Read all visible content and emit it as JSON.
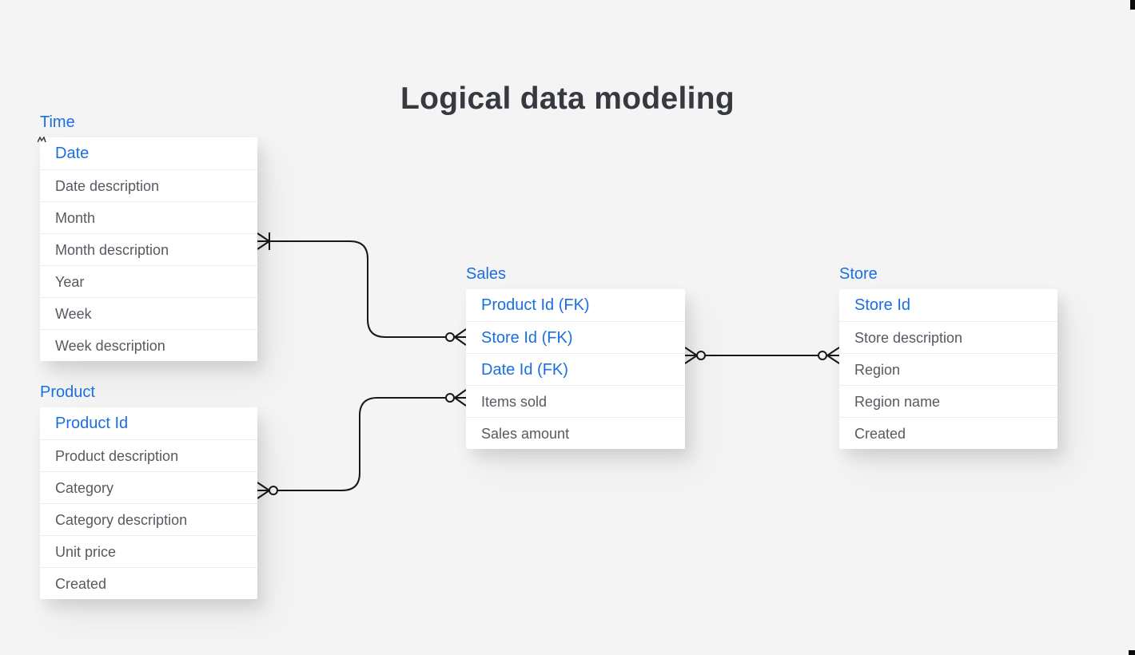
{
  "title": "Logical data modeling",
  "colors": {
    "background": "#f4f4f5",
    "accent_blue": "#1a6fe0",
    "field_text": "#565a60",
    "title_text": "#36393f",
    "connector": "#18181a",
    "table_background": "#ffffff"
  },
  "entities": [
    {
      "label": "Time",
      "rows": [
        {
          "label": "Date",
          "key": true
        },
        {
          "label": "Date description",
          "key": false
        },
        {
          "label": "Month",
          "key": false
        },
        {
          "label": "Month description",
          "key": false
        },
        {
          "label": "Year",
          "key": false
        },
        {
          "label": "Week",
          "key": false
        },
        {
          "label": "Week description",
          "key": false
        }
      ]
    },
    {
      "label": "Product",
      "rows": [
        {
          "label": "Product Id",
          "key": true
        },
        {
          "label": "Product description",
          "key": false
        },
        {
          "label": "Category",
          "key": false
        },
        {
          "label": "Category description",
          "key": false
        },
        {
          "label": "Unit price",
          "key": false
        },
        {
          "label": "Created",
          "key": false
        }
      ]
    },
    {
      "label": "Sales",
      "rows": [
        {
          "label": "Product Id (FK)",
          "key": true
        },
        {
          "label": "Store Id (FK)",
          "key": true
        },
        {
          "label": "Date Id (FK)",
          "key": true
        },
        {
          "label": "Items sold",
          "key": false
        },
        {
          "label": "Sales amount",
          "key": false
        }
      ]
    },
    {
      "label": "Store",
      "rows": [
        {
          "label": "Store Id",
          "key": true
        },
        {
          "label": "Store description",
          "key": false
        },
        {
          "label": "Region",
          "key": false
        },
        {
          "label": "Region name",
          "key": false
        },
        {
          "label": "Created",
          "key": false
        }
      ]
    }
  ],
  "relationships": [
    {
      "from": "Time",
      "to": "Sales",
      "from_cardinality": "one-or-many (crow's foot + tick)",
      "to_cardinality": "zero-or-many (circle + crow's foot)"
    },
    {
      "from": "Product",
      "to": "Sales",
      "from_cardinality": "zero-or-many (crow's foot + circle)",
      "to_cardinality": "zero-or-many (circle + crow's foot)"
    },
    {
      "from": "Sales",
      "to": "Store",
      "from_cardinality": "zero-or-many (crow's foot + circle)",
      "to_cardinality": "zero-or-many (circle + crow's foot)"
    }
  ]
}
